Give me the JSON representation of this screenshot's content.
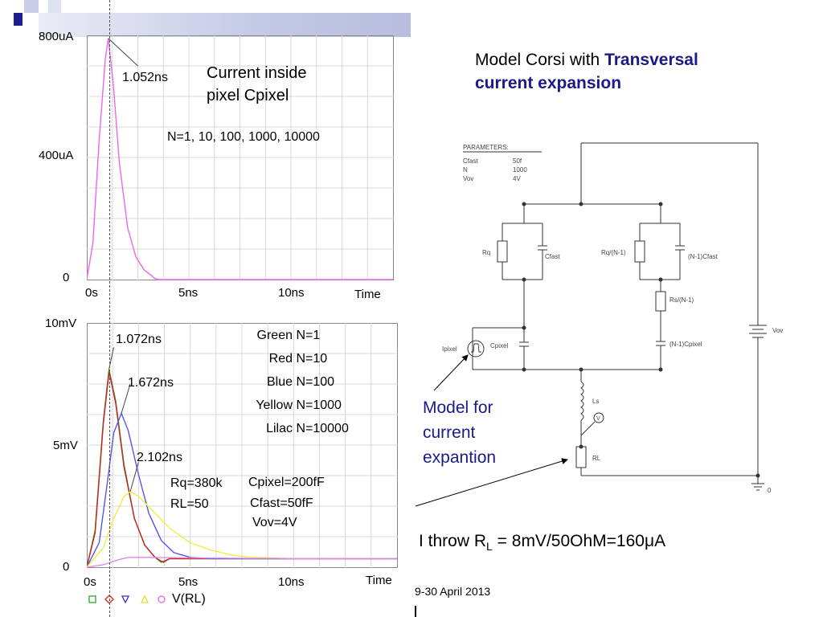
{
  "slide": {
    "title_plain": "Model Corsi with ",
    "title_highlight_1": "Transversal",
    "title_highlight_2": "current expansion",
    "model_note": [
      "Model for",
      "current",
      "expantion"
    ],
    "throw_prefix": "I throw R",
    "throw_sub": "L",
    "throw_suffix": " = 8mV/50OhM=160",
    "throw_mu": "μ",
    "throw_end": "A",
    "footer": "9-30 April 2013"
  },
  "colors": {
    "pink": "#ee66ee",
    "green": "#22aa22",
    "red": "#cc2222",
    "blue": "#5555ee",
    "yellow": "#eeee44",
    "lilac": "#dd88dd",
    "accent": "#1a1a8c"
  },
  "top_plot": {
    "ann_time": "1.052ns",
    "ann_line1": "Current inside",
    "ann_line2": "pixel Cpixel",
    "ann_n": "N=1, 10, 100, 1000, 10000",
    "yticks": [
      "800uA",
      "400uA",
      "0"
    ],
    "xticks": [
      "0s",
      "5ns",
      "10ns"
    ],
    "xlabel": "Time"
  },
  "bottom_plot": {
    "ann_t1": "1.072ns",
    "ann_t2": "1.672ns",
    "ann_t3": "2.102ns",
    "legend": [
      {
        "color_name": "Green",
        "n": "N=1"
      },
      {
        "color_name": "Red",
        "n": "N=10"
      },
      {
        "color_name": "Blue",
        "n": "N=100"
      },
      {
        "color_name": "Yellow",
        "n": "N=1000"
      },
      {
        "color_name": "Lilac",
        "n": "N=10000"
      }
    ],
    "params_left": [
      "Rq=380k",
      "RL=50"
    ],
    "params_right": [
      "Cpixel=200fF",
      "Cfast=50fF",
      "Vov=4V"
    ],
    "yticks": [
      "10mV",
      "5mV",
      "0"
    ],
    "xticks": [
      "0s",
      "5ns",
      "10ns"
    ],
    "xlabel": "Time",
    "trace_label": "V(RL)"
  },
  "schematic": {
    "params_title": "PARAMETERS:",
    "params": [
      {
        "k": "Cfast",
        "v": "50f"
      },
      {
        "k": "N",
        "v": "1000"
      },
      {
        "k": "Vov",
        "v": "4V"
      }
    ],
    "labels": {
      "rq": "Rq",
      "cfast": "Cfast",
      "rqn": "Rq/(N-1)",
      "ncfast": "(N-1)Cfast",
      "rsn": "Rs/(N-1)",
      "ncpixel": "(N-1)Cpixel",
      "ipixel": "Ipixel",
      "cpixel": "Cpixel",
      "ls": "Ls",
      "rl": "RL",
      "vov": "Vov",
      "gnd": "0",
      "probe": "V"
    }
  },
  "chart_data": [
    {
      "type": "line",
      "title": "",
      "xlabel": "Time",
      "ylabel": "",
      "xlim": [
        0,
        15
      ],
      "ylim": [
        0,
        800
      ],
      "x_unit": "ns",
      "y_unit": "uA",
      "grid": true,
      "series": [
        {
          "color": "#ee66ee",
          "x": [
            0,
            0.3,
            0.6,
            0.9,
            1.052,
            1.3,
            1.6,
            2.0,
            2.4,
            2.8,
            3.2,
            3.3,
            3.5,
            15
          ],
          "y": [
            0,
            120,
            450,
            720,
            790,
            640,
            380,
            170,
            75,
            32,
            12,
            5,
            0,
            0
          ]
        }
      ],
      "annotations": [
        "1.052ns",
        "Current inside",
        "pixel Cpixel",
        "N=1, 10, 100, 1000, 10000"
      ]
    },
    {
      "type": "line",
      "title": "",
      "xlabel": "Time",
      "ylabel": "",
      "xlim": [
        0,
        15
      ],
      "ylim": [
        0,
        10
      ],
      "x_unit": "ns",
      "y_unit": "mV",
      "grid": true,
      "series": [
        {
          "name": "N=1",
          "color": "#22aa22",
          "x": [
            0,
            0.4,
            0.8,
            1.072,
            1.4,
            1.8,
            2.3,
            2.8,
            3.3,
            3.6,
            4.0,
            5.0,
            15
          ],
          "y": [
            0,
            1.5,
            6.0,
            8.1,
            6.8,
            4.2,
            2.0,
            0.9,
            0.4,
            0.2,
            0.35,
            0.35,
            0.35
          ]
        },
        {
          "name": "N=10",
          "color": "#cc2222",
          "x": [
            0,
            0.4,
            0.8,
            1.08,
            1.4,
            1.8,
            2.3,
            2.8,
            3.3,
            3.7,
            4.0,
            5.0,
            15
          ],
          "y": [
            0,
            1.4,
            5.9,
            8.0,
            6.7,
            4.1,
            2.0,
            0.9,
            0.4,
            0.2,
            0.35,
            0.35,
            0.35
          ]
        },
        {
          "name": "N=100",
          "color": "#5555ee",
          "x": [
            0,
            0.6,
            1.0,
            1.3,
            1.672,
            2.0,
            2.5,
            3.0,
            3.6,
            4.2,
            5.0,
            6.0,
            15
          ],
          "y": [
            0,
            1.0,
            3.5,
            5.5,
            6.3,
            5.6,
            3.8,
            2.2,
            1.1,
            0.6,
            0.4,
            0.35,
            0.35
          ]
        },
        {
          "name": "N=1000",
          "color": "#eeee44",
          "x": [
            0,
            0.8,
            1.3,
            1.8,
            2.102,
            2.5,
            3.2,
            4.0,
            5.0,
            6.0,
            7.0,
            8.0,
            10.0,
            15
          ],
          "y": [
            0,
            0.8,
            2.0,
            2.9,
            3.1,
            2.9,
            2.3,
            1.6,
            1.0,
            0.7,
            0.5,
            0.4,
            0.35,
            0.35
          ]
        },
        {
          "name": "N=10000",
          "color": "#dd88dd",
          "x": [
            0,
            0.8,
            1.5,
            2.0,
            3.0,
            5.0,
            8.0,
            15
          ],
          "y": [
            0,
            0.1,
            0.3,
            0.4,
            0.4,
            0.38,
            0.36,
            0.35
          ]
        }
      ],
      "annotations": [
        "1.072ns",
        "1.672ns",
        "2.102ns",
        "Rq=380k",
        "RL=50",
        "Cpixel=200fF",
        "Cfast=50fF",
        "Vov=4V"
      ]
    }
  ]
}
